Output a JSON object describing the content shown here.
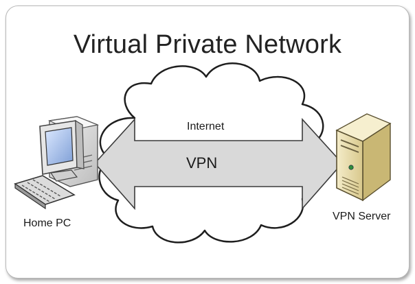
{
  "title": "Virtual Private Network",
  "labels": {
    "internet": "Internet",
    "tunnel": "VPN",
    "home_pc": "Home PC",
    "vpn_server": "VPN Server"
  },
  "icons": {
    "client": "desktop-computer-icon",
    "server": "tower-server-icon",
    "network": "cloud-icon"
  },
  "colors": {
    "arrow_fill": "#d9d9d9",
    "cloud_fill": "#ffffff",
    "server_case": "#e8dcae",
    "monitor_screen": "#a7c2ec"
  }
}
